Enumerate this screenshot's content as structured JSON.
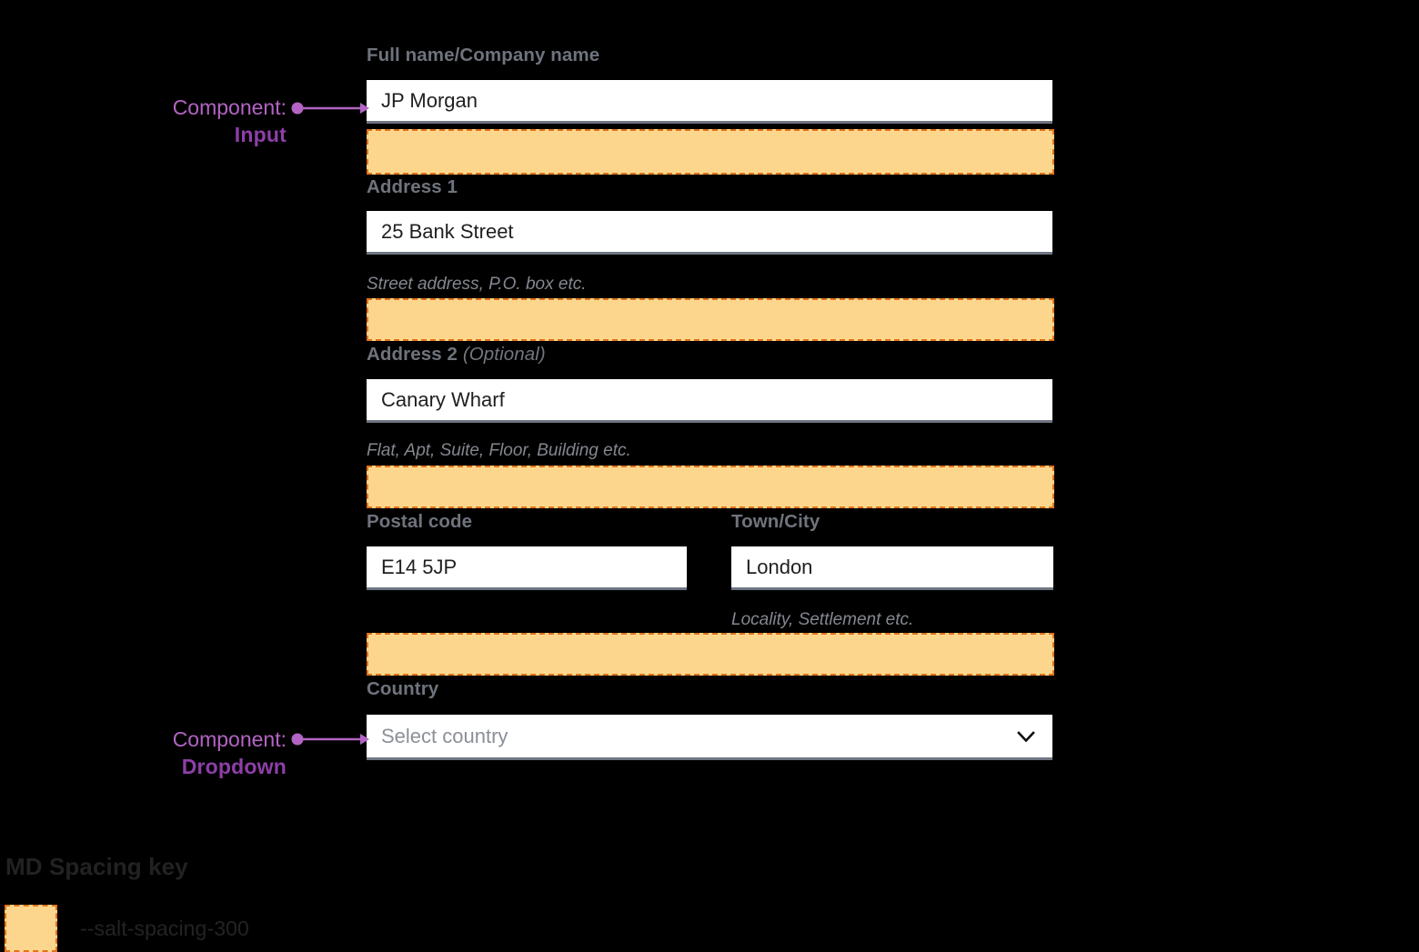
{
  "form": {
    "fields": [
      {
        "key": "full_name",
        "label": "Full name/Company name",
        "optional_suffix": "",
        "value": "JP Morgan",
        "placeholder": "",
        "helper": "",
        "type": "input"
      },
      {
        "key": "address_1",
        "label": "Address 1",
        "optional_suffix": "",
        "value": "25 Bank Street",
        "placeholder": "",
        "helper": "Street address, P.O. box etc.",
        "type": "input"
      },
      {
        "key": "address_2",
        "label": "Address 2",
        "optional_suffix": "(Optional)",
        "value": "Canary Wharf",
        "placeholder": "",
        "helper": "Flat, Apt, Suite, Floor, Building etc.",
        "type": "input"
      },
      {
        "key": "postal_code",
        "label": "Postal code",
        "optional_suffix": "",
        "value": "E14 5JP",
        "placeholder": "",
        "helper": "",
        "type": "input"
      },
      {
        "key": "town_city",
        "label": "Town/City",
        "optional_suffix": "",
        "value": "London",
        "placeholder": "",
        "helper": "Locality, Settlement etc.",
        "type": "input"
      },
      {
        "key": "country",
        "label": "Country",
        "optional_suffix": "",
        "value": "",
        "placeholder": "Select country",
        "helper": "",
        "type": "dropdown",
        "icon": "chevron-down-icon"
      }
    ]
  },
  "annotations": [
    {
      "key": "input",
      "prefix": "Component:",
      "name": "Input"
    },
    {
      "key": "dropdown",
      "prefix": "Component:",
      "name": "Dropdown"
    }
  ],
  "spacing_key": {
    "title": "MD Spacing key",
    "token": "--salt-spacing-300",
    "swatch_fill": "#fcd68d",
    "swatch_border": "#e2721a"
  },
  "colors": {
    "background": "#000000",
    "input_background": "#ffffff",
    "input_underline": "#6e7582",
    "label": "#6f737d",
    "helper": "#83878f",
    "value_text": "#1f1f1f",
    "placeholder_text": "#8b8f97",
    "annotation_prefix": "#b364c4",
    "annotation_name": "#8e3fa8",
    "spacing_fill": "#fcd68d",
    "spacing_border": "#e2721a"
  }
}
